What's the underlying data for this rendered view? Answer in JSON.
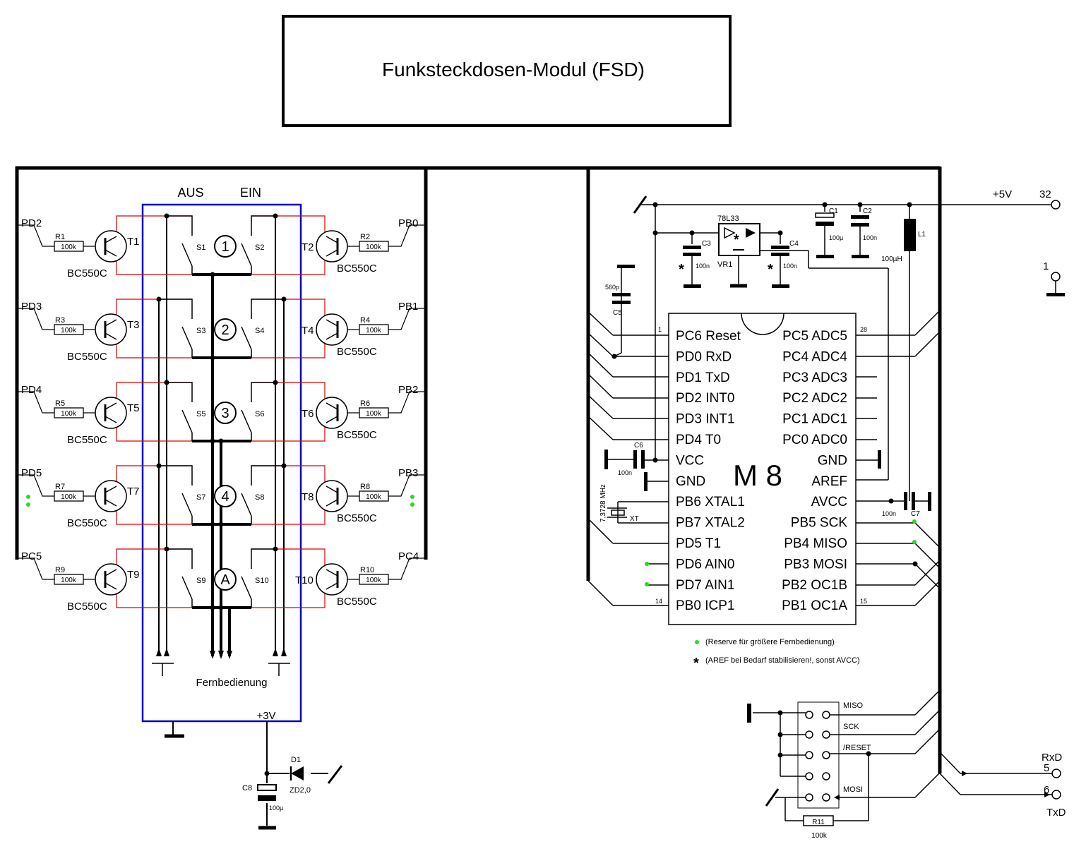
{
  "title": "Funksteckdosen-Modul (FSD)",
  "colors": {
    "wire": "#000000",
    "remote_box": "#0000cc",
    "remote_link": "#dd0000",
    "reserve_dot": "#22dd22",
    "note_star": "#ee0000"
  },
  "remote": {
    "aus_label": "AUS",
    "ein_label": "EIN",
    "caption": "Fernbedienung",
    "supply_label": "+3V",
    "rows": [
      {
        "left_port": "PD2",
        "left_r": "R1",
        "left_t": "T1",
        "right_port": "PB0",
        "right_r": "R2",
        "right_t": "T2",
        "s_left": "S1",
        "s_right": "S2",
        "key": "1"
      },
      {
        "left_port": "PD3",
        "left_r": "R3",
        "left_t": "T3",
        "right_port": "PB1",
        "right_r": "R4",
        "right_t": "T4",
        "s_left": "S3",
        "s_right": "S4",
        "key": "2"
      },
      {
        "left_port": "PD4",
        "left_r": "R5",
        "left_t": "T5",
        "right_port": "PB2",
        "right_r": "R6",
        "right_t": "T6",
        "s_left": "S5",
        "s_right": "S6",
        "key": "3"
      },
      {
        "left_port": "PD5",
        "left_r": "R7",
        "left_t": "T7",
        "right_port": "PB3",
        "right_r": "R8",
        "right_t": "T8",
        "s_left": "S7",
        "s_right": "S8",
        "key": "4"
      },
      {
        "left_port": "PC5",
        "left_r": "R9",
        "left_t": "T9",
        "right_port": "PC4",
        "right_r": "R10",
        "right_t": "T10",
        "s_left": "S9",
        "s_right": "S10",
        "key": "A"
      }
    ],
    "resistor_value": "100k",
    "transistor_type": "BC550C"
  },
  "supply3v": {
    "c8": "C8",
    "c8_value": "100µ",
    "d1": "D1",
    "d1_type": "ZD2,0"
  },
  "mcu": {
    "name": "M 8",
    "pin1": "1",
    "pin14": "14",
    "pin15": "15",
    "pin28": "28",
    "left_pins": [
      "PC6 Reset",
      "PD0 RxD",
      "PD1 TxD",
      "PD2 INT0",
      "PD3 INT1",
      "PD4 T0",
      "VCC",
      "GND",
      "PB6 XTAL1",
      "PB7 XTAL2",
      "PD5 T1",
      "PD6 AIN0",
      "PD7 AIN1",
      "PB0 ICP1"
    ],
    "right_pins": [
      "PC5 ADC5",
      "PC4 ADC4",
      "PC3 ADC3",
      "PC2 ADC2",
      "PC1 ADC1",
      "PC0 ADC0",
      "GND",
      "AREF",
      "AVCC",
      "PB5 SCK",
      "PB4 MISO",
      "PB3 MOSI",
      "PB2 OC1B",
      "PB1 OC1A"
    ]
  },
  "power": {
    "plus5v": "+5V",
    "pin32": "32",
    "pin1": "1",
    "regulator": "78L33",
    "vr1": "VR1",
    "c1": "C1",
    "c1_value": "100µ",
    "c2": "C2",
    "c2_value": "100n",
    "c3": "C3",
    "c3_value": "100n",
    "c4": "C4",
    "c4_value": "100n",
    "c5": "C5",
    "c5_value": "560p",
    "c6": "C6",
    "c6_value": "100n",
    "c7": "C7",
    "c7_value": "100n",
    "l1": "L1",
    "l1_value": "100µH",
    "crystal": "XT",
    "crystal_freq": "7,3728 MHz"
  },
  "notes": {
    "reserve": "(Reserve für größere Fernbedienung)",
    "aref": "(AREF bei Bedarf stabilisieren!, sonst AVCC)"
  },
  "isp": {
    "miso": "MISO",
    "sck": "SCK",
    "reset": "/RESET",
    "mosi": "MOSI",
    "r11": "R11",
    "r11_value": "100k"
  },
  "serial": {
    "rxd": "RxD",
    "txd": "TxD",
    "pin5": "5",
    "pin6": "6"
  }
}
